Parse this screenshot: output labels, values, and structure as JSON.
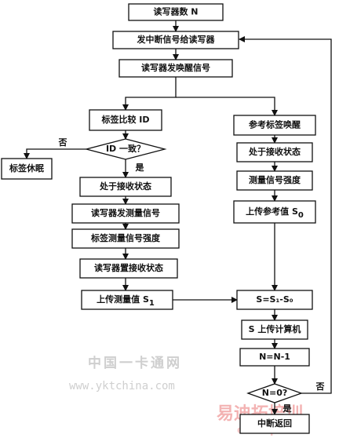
{
  "nodes": {
    "read_count": "读写器数 N",
    "send_interrupt": "发中断信号给读写器",
    "reader_wake": "读写器发唤醒信号",
    "tag_compare": "标签比较 ID",
    "id_match": "ID 一致？",
    "tag_sleep": "标签休眠",
    "recv_state": "处于接收状态",
    "reader_measure": "读写器发测量信号",
    "tag_measure": "标签测量信号强度",
    "reader_recv": "读写器置接收状态",
    "upload_s1": "上传测量值 S",
    "upload_s1_sub": "1",
    "ref_wake": "参考标签唤醒",
    "ref_recv": "处于接收状态",
    "ref_measure": "测量信号强度",
    "upload_s0": "上传参考值 S",
    "upload_s0_sub": "0",
    "calc_s": "S=S₁-S₀",
    "upload_pc": "S 上传计算机",
    "n_minus": "N=N-1",
    "n_zero": "N=0?",
    "interrupt_return": "中断返回"
  },
  "branch_labels": {
    "no_left": "否",
    "yes_down": "是",
    "no_right": "否",
    "yes_bottom": "是"
  },
  "watermarks": {
    "cn": "中国一卡通网",
    "url": "www.yktchina.com",
    "brand": "易迪拓培训",
    "brand_url": "edatop.com"
  }
}
